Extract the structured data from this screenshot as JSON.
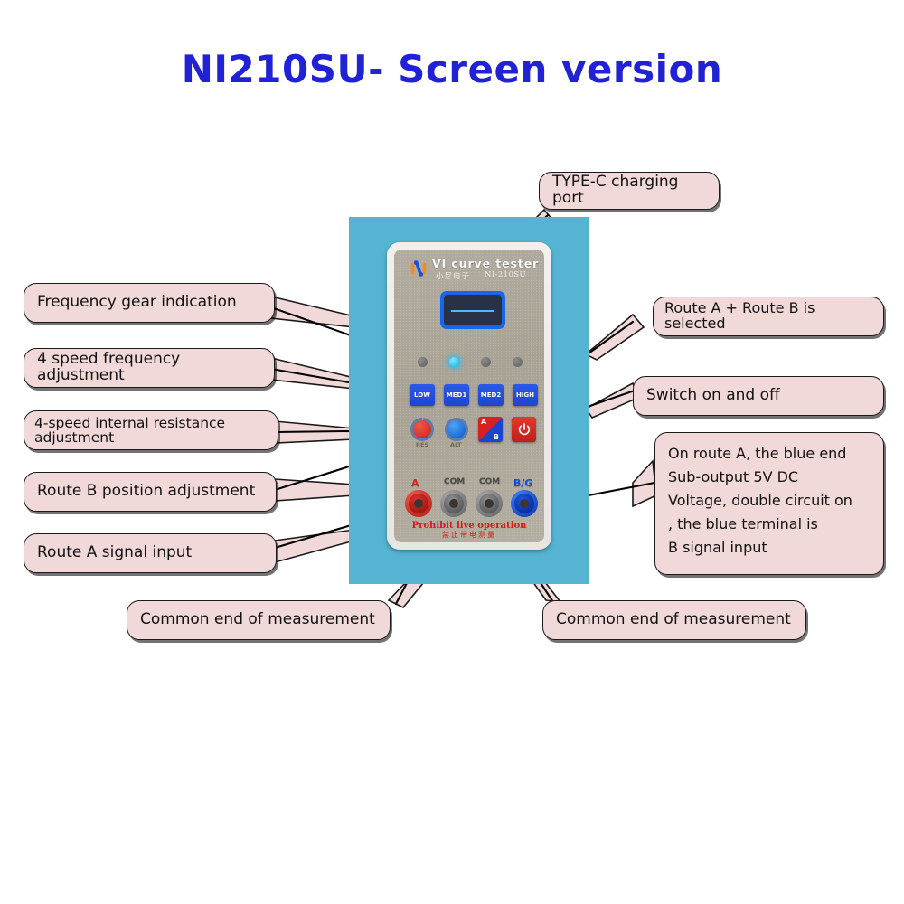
{
  "page": {
    "title": "NI210SU- Screen version",
    "title_color": "#2121d6",
    "background_color": "#ffffff"
  },
  "device": {
    "background_panel_color": "#56b4d3",
    "case_color": "#efedea",
    "panel_color": "#aca698",
    "brand": "VI curve tester",
    "brand_cn": "小尼电子",
    "model": "NI-210SU",
    "logo_icon": "n-logo-icon",
    "screen": {
      "bezel_color": "#1867e8",
      "screen_color": "#2a3046",
      "trace_color": "#59b7e8"
    },
    "leds": [
      {
        "name": "led-1",
        "state": "off"
      },
      {
        "name": "led-2",
        "state": "on"
      },
      {
        "name": "led-3",
        "state": "off"
      },
      {
        "name": "led-4",
        "state": "off"
      }
    ],
    "led_on_color": "#05b7ef",
    "led_off_color": "#5e5e5e",
    "mode_buttons": [
      {
        "label": "LOW"
      },
      {
        "label": "MED1"
      },
      {
        "label": "MED2"
      },
      {
        "label": "HIGH"
      }
    ],
    "mode_button_color": "#1f45cf",
    "knobs": [
      {
        "label": "RES",
        "color": "#cc1f1a"
      },
      {
        "label": "ALT",
        "color": "#0b55c8"
      }
    ],
    "ab_button": {
      "top_label": "A",
      "bottom_label": "B",
      "top_color": "#d81f21",
      "bottom_color": "#1b44d0"
    },
    "power_button": {
      "icon": "power-icon",
      "color": "#c41d17"
    },
    "terminals": [
      {
        "label": "A",
        "color": "#b3150f",
        "label_color": "#d3261c"
      },
      {
        "label": "COM",
        "color": "#5d5f60",
        "label_color": "#4a4a4a"
      },
      {
        "label": "COM",
        "color": "#5d5f60",
        "label_color": "#4a4a4a"
      },
      {
        "label": "B/G",
        "color": "#0a2fb4",
        "label_color": "#1549e0"
      }
    ],
    "warning_en": "Prohibit live operation",
    "warning_cn": "禁止带电测量",
    "warning_color": "#d31a13"
  },
  "callouts": {
    "fill_color": "#f2d9d9",
    "border_color": "#1a1a1a",
    "type_c": "TYPE-C charging port",
    "frequency_gear": "Frequency gear indication",
    "speed_frequency": "4 speed frequency adjustment",
    "internal_resistance": "4-speed internal resistance adjustment",
    "route_b_position": "Route B position adjustment",
    "route_a_input": "Route A signal input",
    "common_left": "Common end of measurement",
    "common_right": "Common end of measurement",
    "route_ab": "Route A + Route B is selected",
    "switch_on_off": "Switch on and off",
    "blue_end": {
      "line1": "On route A, the blue end",
      "line2": "Sub-output 5V DC",
      "line3": "Voltage, double circuit on",
      "line4": ", the blue terminal is",
      "line5": "B signal input"
    }
  }
}
